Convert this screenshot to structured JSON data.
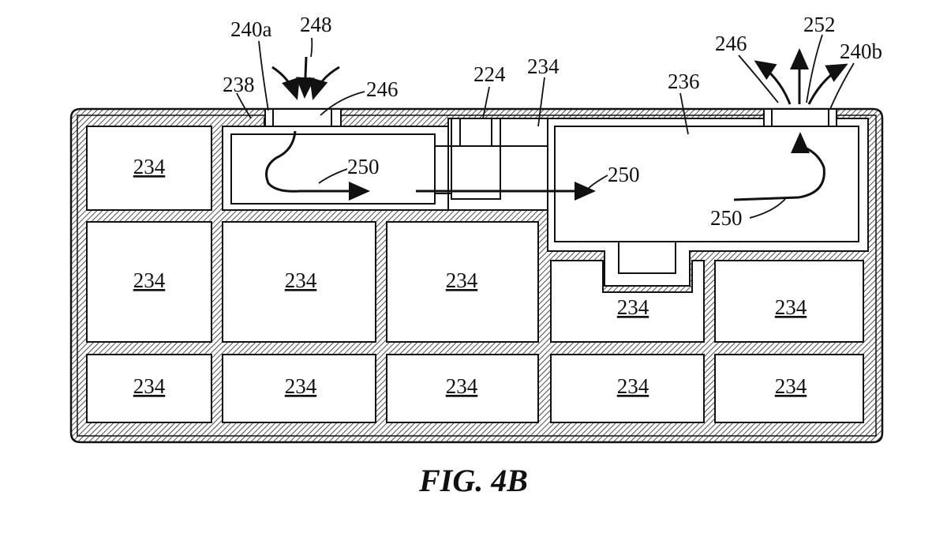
{
  "figure": {
    "caption": "FIG. 4B",
    "cells": [
      {
        "id": "r1c1",
        "label": "234"
      },
      {
        "id": "r2c1",
        "label": "234"
      },
      {
        "id": "r2c2",
        "label": "234"
      },
      {
        "id": "r2c3",
        "label": "234"
      },
      {
        "id": "r2c4",
        "label": "234"
      },
      {
        "id": "r2c5",
        "label": "234"
      },
      {
        "id": "r3c1",
        "label": "234"
      },
      {
        "id": "r3c2",
        "label": "234"
      },
      {
        "id": "r3c3",
        "label": "234"
      },
      {
        "id": "r3c4",
        "label": "234"
      },
      {
        "id": "r3c5",
        "label": "234"
      }
    ],
    "callouts": {
      "inlet_port": "240a",
      "inflow": "248",
      "left_vent": "246",
      "left_chamber": "238",
      "connector": "224",
      "top_cell": "234",
      "right_chamber": "236",
      "right_vent": "246",
      "outflow": "252",
      "outlet_port": "240b",
      "flow_left": "250",
      "flow_mid": "250",
      "flow_right": "250"
    }
  }
}
